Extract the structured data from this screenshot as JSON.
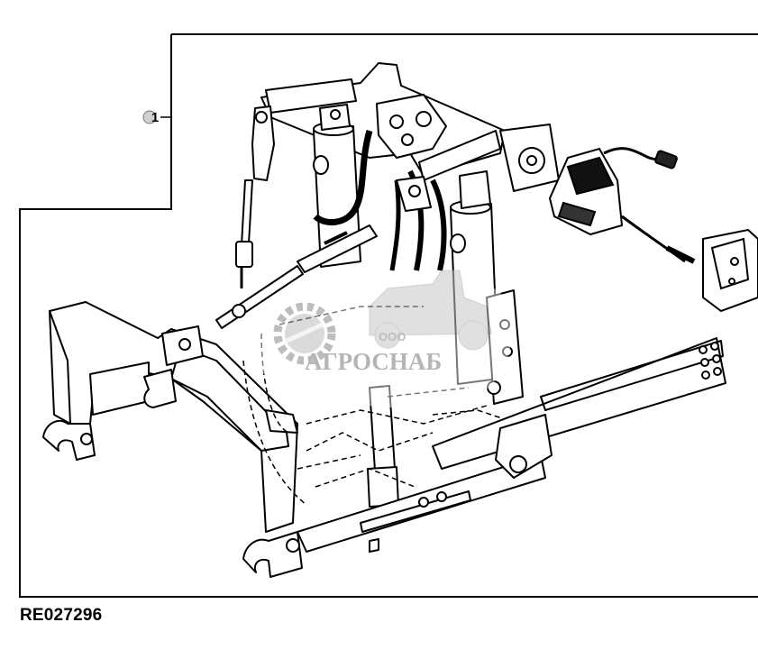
{
  "callout": {
    "number": "1"
  },
  "reference_code": "RE027296",
  "watermark": {
    "small_text": "ООО",
    "brand": "АГРОСНАБ"
  },
  "icons": [
    "gear-logo-icon",
    "tractor-logo-icon"
  ]
}
